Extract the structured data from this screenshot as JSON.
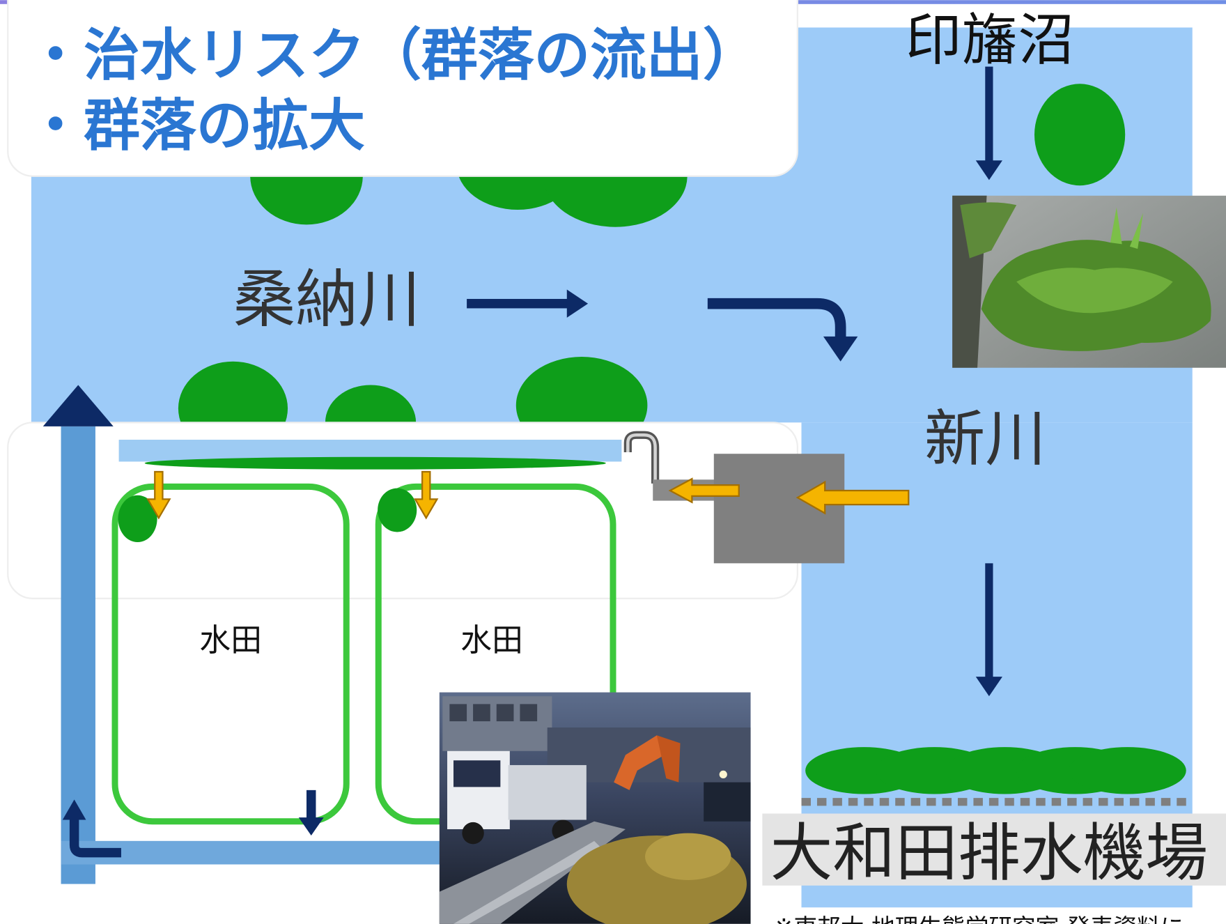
{
  "heading": {
    "lines": [
      "・治水リスク（群落の流出）",
      "・群落の拡大"
    ]
  },
  "places": {
    "inba_numa": "印旛沼",
    "kuwano_river": "桑納川",
    "shinkawa": "新川",
    "owada_pumping_station": "大和田排水機場"
  },
  "paddies": [
    "水田",
    "水田"
  ],
  "footnote": "※東邦大 地理生態学研究室 発表資料に",
  "colors": {
    "heading": "#2a76d2",
    "river": "#9dcbf8",
    "plant_colony": "#0e9e1a",
    "paddy_outline": "#3cc83c",
    "flow_arrow": "#0d2a66",
    "drain_channel": "#5b9bd5",
    "intake_arrow": "#f5b400",
    "pump": "#808080"
  }
}
